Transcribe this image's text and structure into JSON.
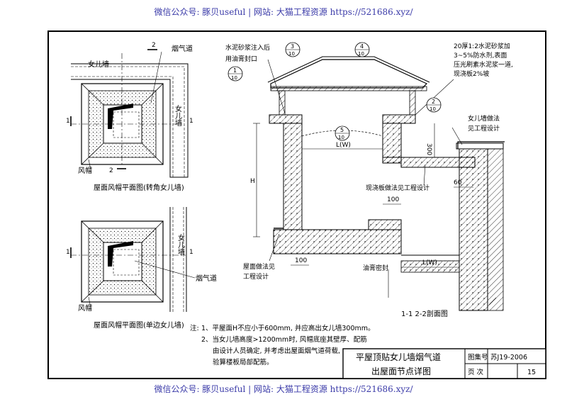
{
  "watermark": {
    "top": "微信公众号: 豚贝useful  |  网站: 大猫工程资源 https://521686.xyz/",
    "bottom": "微信公众号: 豚贝useful  |  网站: 大猫工程资源 https://521686.xyz/"
  },
  "plan_top": {
    "title": "屋面风帽平面图(转角女儿墙)",
    "label_parapet_top": "女儿墙",
    "label_parapet_side": "女儿墙",
    "label_flue": "烟气道",
    "label_hood": "风帽",
    "section_mark_1": "1",
    "section_mark_2": "2"
  },
  "plan_bottom": {
    "title": "屋面风帽平面图(单边女儿墙)",
    "label_parapet_side": "女儿墙",
    "label_flue": "烟气道",
    "label_hood": "风帽",
    "section_mark_1": "1"
  },
  "section": {
    "title": "1-1 2-2剖面图",
    "callout_cement_mortar": "水泥砂浆注入后",
    "callout_asphalt_seal": "用油膏封口",
    "callout_finish": "20厚1:2水泥砂浆加",
    "callout_finish_2": "3~5%防水剂,表面",
    "callout_finish_3": "压光刷素水泥浆一道,",
    "callout_finish_4": "现浇板2%坡",
    "callout_parapet_method": "女儿墙做法",
    "callout_parapet_method_2": "见工程设计",
    "callout_slab_method": "现浇板做法见工程设计",
    "callout_roof_method": "屋面做法见",
    "callout_roof_method_2": "工程设计",
    "callout_asphalt": "油膏密封",
    "dim_LW_1": "L(W)",
    "dim_LW_2": "L(W)",
    "dim_300": "300",
    "dim_60": "60",
    "dim_100_a": "100",
    "dim_100_b": "100",
    "dim_H": "H",
    "detail_3": "3",
    "detail_4": "4",
    "detail_1": "1",
    "detail_2": "2",
    "detail_5": "5",
    "detail_den": "10"
  },
  "notes": {
    "label": "注:",
    "line1": "1、平屋面H不应小于600mm, 并应高出女儿墙300mm。",
    "line2": "2、当女儿墙高度>1200mm时, 风帽底座其壁厚、配筋",
    "line3": "由设计人员确定, 并考虑出屋面烟气道荷载,",
    "line4": "验算楼板局部配筋。"
  },
  "title_block": {
    "drawing_title_1": "平屋顶贴女儿墙烟气道",
    "drawing_title_2": "出屋面节点详图",
    "atlas_label": "图集号",
    "atlas_value": "苏J19-2006",
    "page_label": "页  次",
    "page_value": "15"
  }
}
